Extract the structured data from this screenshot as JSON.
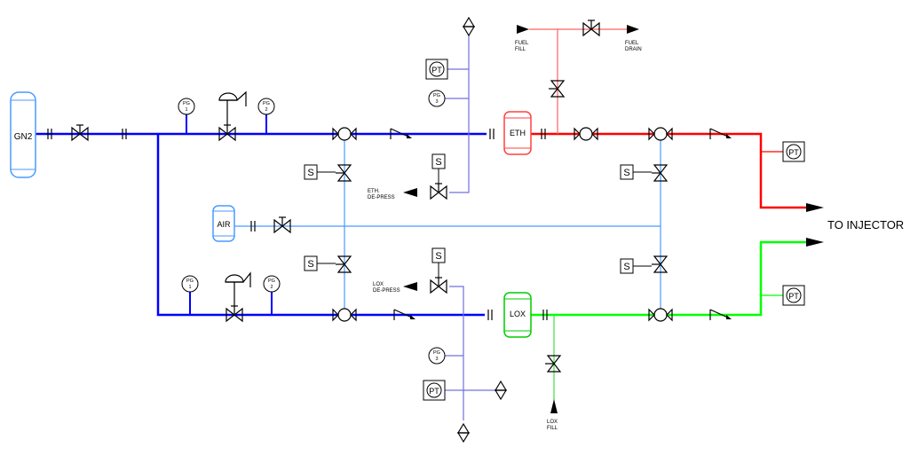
{
  "colors": {
    "gn2_line": "#0000ff",
    "purge_line": "#7070e0",
    "air_line": "#4a9aff",
    "fuel_line": "#ff0000",
    "fuel_thin": "#ff6060",
    "lox_line": "#00ff00",
    "lox_thin": "#40e040",
    "symbol": "#000000"
  },
  "tanks": {
    "gn2": "GN2",
    "air": "AIR",
    "eth": "ETH",
    "lox": "LOX"
  },
  "gauges": {
    "pg1_top": [
      "PG",
      "1"
    ],
    "pg2_top": [
      "PG",
      "2"
    ],
    "pg3_top": [
      "PG",
      "3"
    ],
    "pg1_bot": [
      "PG",
      "1"
    ],
    "pg2_bot": [
      "PG",
      "2"
    ],
    "pg3_bot": [
      "PG",
      "3"
    ]
  },
  "transducers": {
    "pt_label": "PT"
  },
  "solenoid_label": "S",
  "labels": {
    "fuel_fill": [
      "FUEL",
      "FILL"
    ],
    "fuel_drain": [
      "FUEL",
      "DRAIN"
    ],
    "eth_depress": [
      "ETH.",
      "DE-PRESS"
    ],
    "lox_depress": [
      "LOX",
      "DE-PRESS"
    ],
    "lox_fill": [
      "LOX",
      "FILL"
    ],
    "to_injector": "TO INJECTOR"
  }
}
